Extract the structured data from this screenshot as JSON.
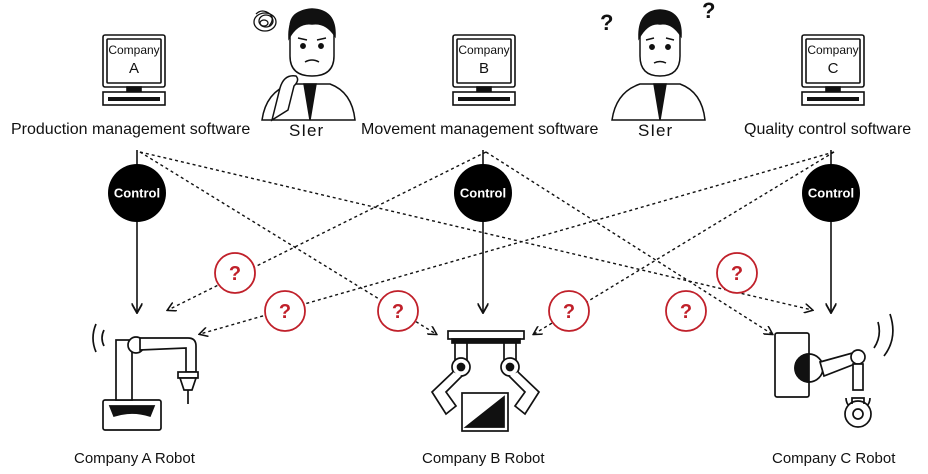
{
  "software": [
    {
      "company_line1": "Company",
      "company_line2": "A",
      "name": "Production management software"
    },
    {
      "company_line1": "Company",
      "company_line2": "B",
      "name": "Movement management software"
    },
    {
      "company_line1": "Company",
      "company_line2": "C",
      "name": "Quality control software"
    }
  ],
  "integrators": [
    {
      "label": "SIer",
      "icon": "confused-person-icon"
    },
    {
      "label": "SIer",
      "icon": "questioning-person-icon"
    }
  ],
  "control_label": "Control",
  "question_mark": "?",
  "robots": [
    {
      "label": "Company A Robot",
      "icon": "robot-arm-icon"
    },
    {
      "label": "Company B Robot",
      "icon": "gripper-robot-icon"
    },
    {
      "label": "Company C Robot",
      "icon": "wall-robot-arm-icon"
    }
  ],
  "colors": {
    "accent": "#c0202a",
    "ink": "#111111",
    "control_fill": "#000000"
  }
}
